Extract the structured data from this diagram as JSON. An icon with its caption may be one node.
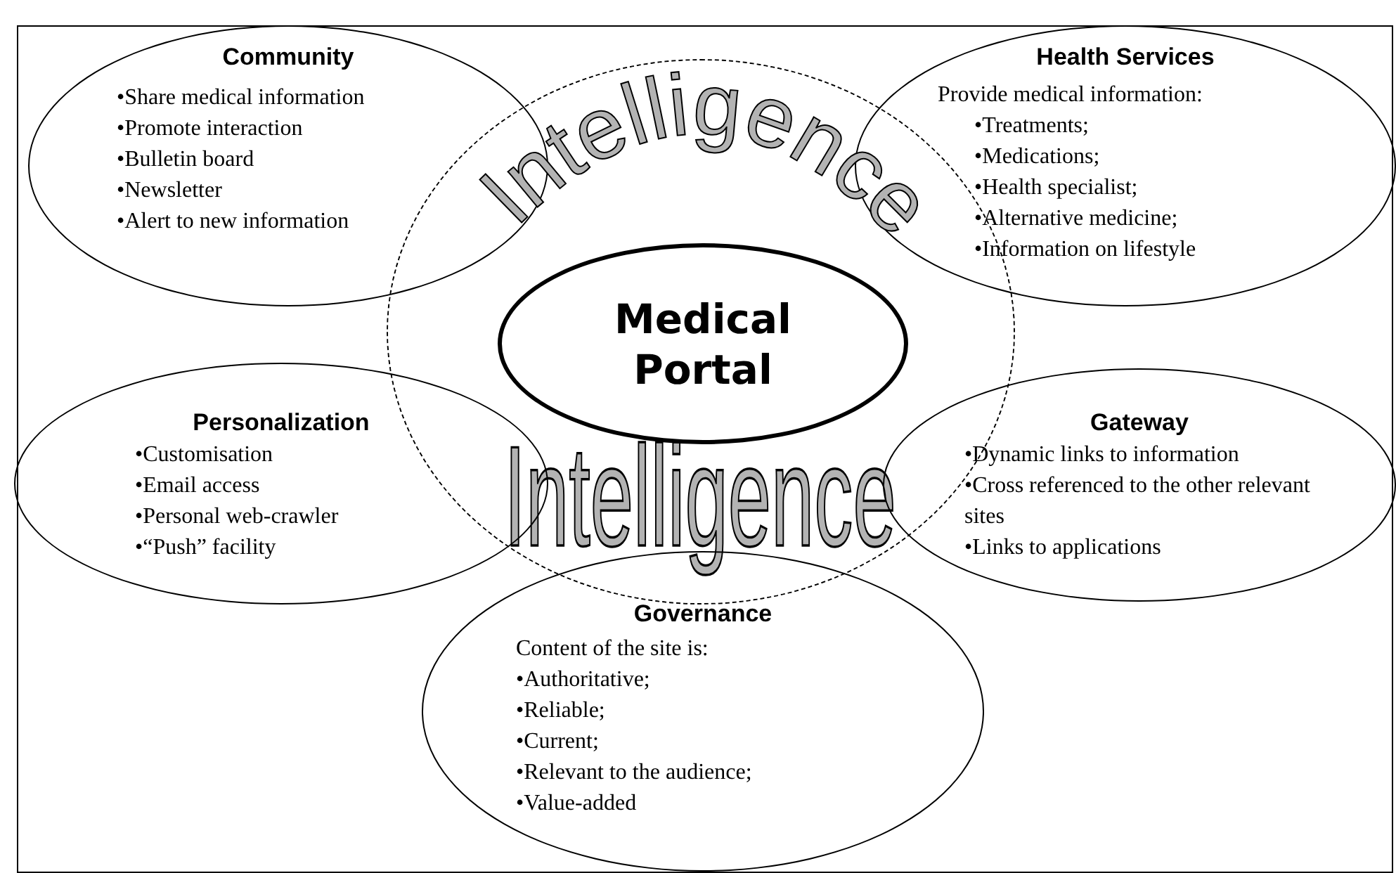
{
  "diagram": {
    "nodes": [
      {
        "text": [
          "Community",
          "•Share medical information",
          "•Promote interaction",
          "•Bulletin board",
          "•Newsletter",
          "•Alert to new information"
        ]
      },
      {
        "text": [
          "Health Services",
          "Provide medical information:",
          "•Treatments;",
          "•Medications;",
          "•Health specialist;",
          "•Alternative medicine;",
          "•Information on lifestyle"
        ]
      },
      {
        "text": [
          "Intelligence",
          "Intelligence"
        ]
      },
      {
        "text": [
          "Medical Portal"
        ],
        "in": 2
      },
      {
        "text": [
          "Personalization",
          "•Customisation",
          "•Email access",
          "•Personal web-crawler",
          "•“Push” facility"
        ]
      },
      {
        "text": [
          "Gateway",
          "•Dynamic links to information",
          "•Cross referenced to the other relevant sites",
          "•Links to applications"
        ]
      },
      {
        "text": [
          "Governance",
          "Content of the site is:",
          "•Authoritative;",
          "•Reliable;",
          "•Current;",
          "•Relevant to the audience;",
          "•Value-added"
        ]
      }
    ]
  }
}
